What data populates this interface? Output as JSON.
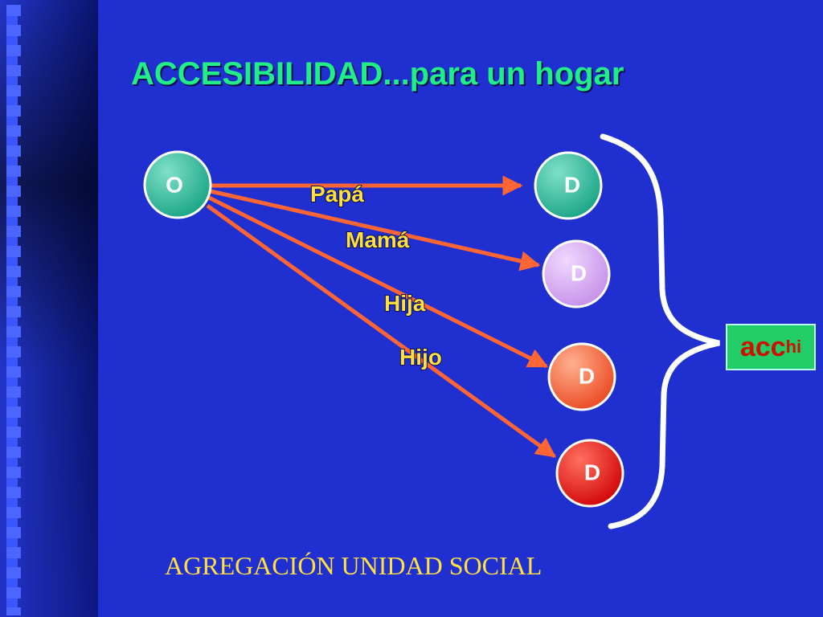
{
  "slide": {
    "title": "ACCESIBILIDAD...para un hogar",
    "footer": "AGREGACIÓN UNIDAD SOCIAL",
    "result": {
      "main": "acc",
      "sub": "hi"
    }
  },
  "diagram": {
    "origin": {
      "label": "O",
      "color": "#20a88a"
    },
    "destinations": [
      {
        "label": "D",
        "color": "#20a88a"
      },
      {
        "label": "D",
        "color": "#cc99ee"
      },
      {
        "label": "D",
        "color": "#ee5530"
      },
      {
        "label": "D",
        "color": "#dd1010"
      }
    ],
    "edges": [
      {
        "label": "Papá"
      },
      {
        "label": "Mamá"
      },
      {
        "label": "Hija"
      },
      {
        "label": "Hijo"
      }
    ]
  },
  "colors": {
    "background": "#1f2fd0",
    "title": "#22ee88",
    "labels": "#ffe040",
    "arrow": "#ff6633",
    "brace": "#ffffff"
  }
}
